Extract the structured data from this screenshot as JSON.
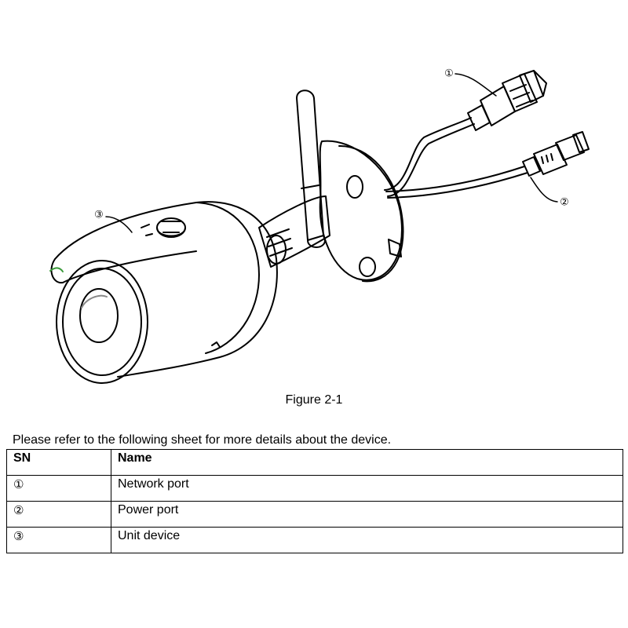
{
  "figure": {
    "callouts": [
      "①",
      "②",
      "③"
    ],
    "caption": "Figure 2-1"
  },
  "intro_text": "Please refer to the following sheet for more details about the device.",
  "table": {
    "headers": [
      "SN",
      "Name"
    ],
    "rows": [
      {
        "sn": "①",
        "name": "Network port"
      },
      {
        "sn": "②",
        "name": "Power port"
      },
      {
        "sn": "③",
        "name": "Unit device"
      }
    ]
  }
}
